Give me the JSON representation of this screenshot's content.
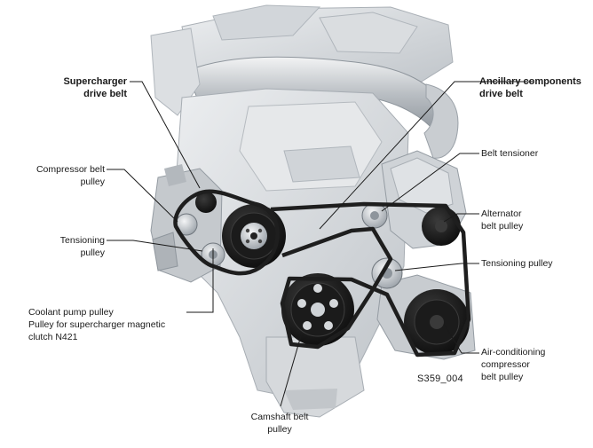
{
  "labels": {
    "supercharger_belt": [
      "Supercharger",
      "drive belt"
    ],
    "ancillary_belt": [
      "Ancillary components",
      "drive belt"
    ],
    "compressor_belt_pulley": [
      "Compressor belt",
      "pulley"
    ],
    "tensioning_pulley_left": [
      "Tensioning",
      "pulley"
    ],
    "coolant_pump_pulley": [
      "Coolant pump pulley",
      "Pulley for supercharger magnetic",
      "clutch N421"
    ],
    "belt_tensioner": "Belt tensioner",
    "alternator_pulley": [
      "Alternator",
      "belt pulley"
    ],
    "tensioning_pulley_right": "Tensioning pulley",
    "ac_compressor_pulley": [
      "Air-conditioning",
      "compressor",
      "belt pulley"
    ],
    "camshaft_pulley": [
      "Camshaft belt",
      "pulley"
    ],
    "figure_code": "S359_004"
  },
  "colors": {
    "engine_light": "#e3e5e7",
    "engine_mid": "#c3c7cb",
    "engine_dark": "#9097a0",
    "belt": "#1e1e1e",
    "pulley": "#141414",
    "leader": "#1a1a1a"
  }
}
